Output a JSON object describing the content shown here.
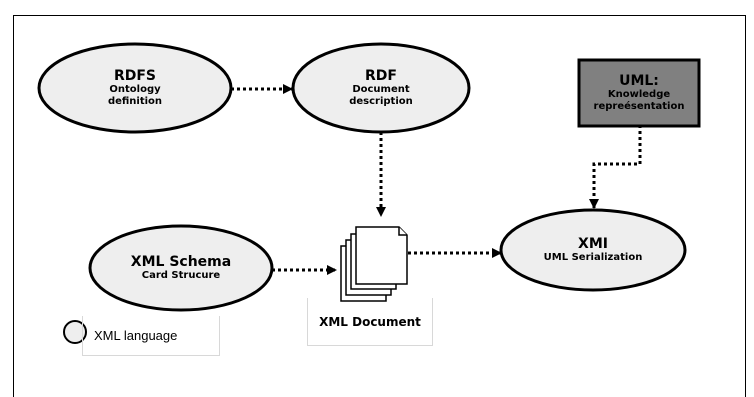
{
  "nodes": {
    "rdfs": {
      "title": "RDFS",
      "subtitle_1": "Ontology",
      "subtitle_2": "definition"
    },
    "rdf": {
      "title": "RDF",
      "subtitle_1": "Document",
      "subtitle_2": "description"
    },
    "uml": {
      "title": "UML:",
      "subtitle_1": "Knowledge",
      "subtitle_2": "repreésentation"
    },
    "xml_schema": {
      "title": "XML Schema",
      "subtitle_1": "Card Strucure"
    },
    "xmi": {
      "title": "XMI",
      "subtitle_1": "UML Serialization"
    },
    "xml_document": {
      "caption": "XML Document"
    }
  },
  "legend": {
    "label": "XML language"
  },
  "colors": {
    "stroke": "#000000",
    "ellipse_fill": "#eeeeee",
    "uml_fill": "#808080",
    "page_fill": "#ffffff",
    "frame": "#000000"
  },
  "edges": [
    {
      "from": "rdfs",
      "to": "rdf",
      "style": "dotted"
    },
    {
      "from": "rdf",
      "to": "xml_document",
      "style": "dotted"
    },
    {
      "from": "uml",
      "to": "xmi",
      "style": "dotted"
    },
    {
      "from": "xml_schema",
      "to": "xml_document",
      "style": "dotted"
    },
    {
      "from": "xml_document",
      "to": "xmi",
      "style": "dotted"
    }
  ]
}
